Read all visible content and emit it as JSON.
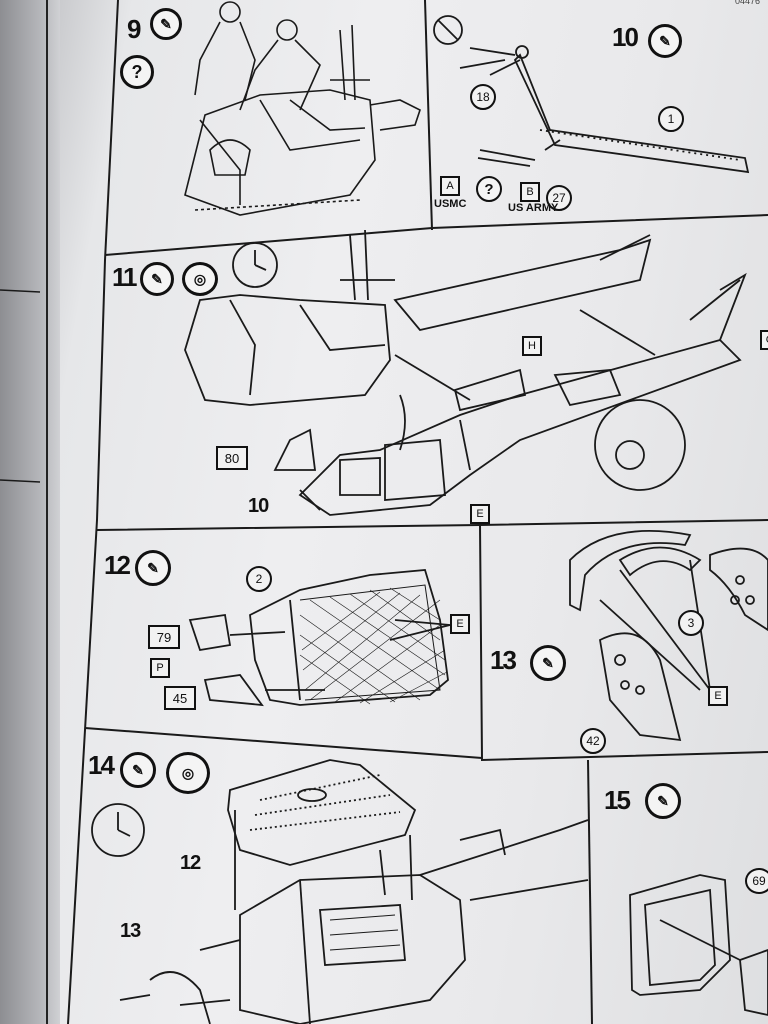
{
  "page_code": "04476",
  "steps": [
    {
      "number": "9"
    },
    {
      "number": "10"
    },
    {
      "number": "11"
    },
    {
      "number": "12"
    },
    {
      "number": "13"
    },
    {
      "number": "14"
    },
    {
      "number": "15"
    }
  ],
  "question_mark": "?",
  "parts": {
    "p18": "18",
    "p1": "1",
    "p27": "27",
    "p80": "80",
    "p10": "10",
    "p2": "2",
    "p79": "79",
    "p45": "45",
    "p3": "3",
    "p42": "42",
    "p12": "12",
    "p13": "13",
    "p69": "69"
  },
  "markers": {
    "A": "A",
    "B": "B",
    "E": "E",
    "H": "H",
    "P": "P",
    "G": "G"
  },
  "labels": {
    "usmc": "USMC",
    "us_army": "US ARMY"
  }
}
